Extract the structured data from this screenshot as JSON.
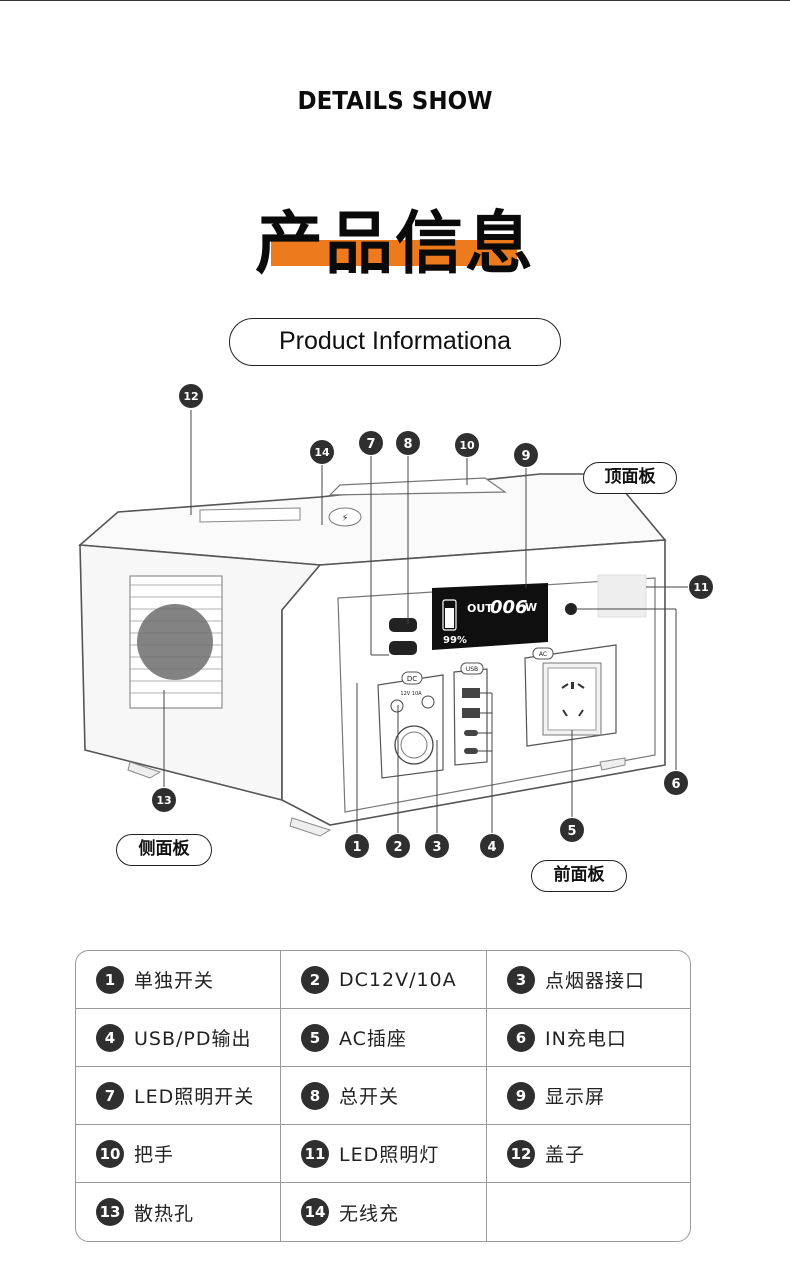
{
  "header": {
    "eyebrow": "DETAILS SHOW",
    "title": "产品信息",
    "subtitle": "Product Informationa"
  },
  "diagram": {
    "panel_labels": {
      "top": "顶面板",
      "side": "侧面板",
      "front": "前面板"
    },
    "callouts": [
      "1",
      "2",
      "3",
      "4",
      "5",
      "6",
      "7",
      "8",
      "9",
      "10",
      "11",
      "12",
      "13",
      "14"
    ],
    "display": {
      "out_label": "OUT",
      "watts": "006",
      "unit": "W",
      "battery": "99%"
    },
    "port_labels": {
      "dc": "DC",
      "dc_spec": "12V 10A",
      "usb": "USB",
      "ac": "AC"
    }
  },
  "table": {
    "rows": [
      [
        {
          "num": "1",
          "text": "单独开关"
        },
        {
          "num": "2",
          "text": "DC12V/10A"
        },
        {
          "num": "3",
          "text": "点烟器接口"
        }
      ],
      [
        {
          "num": "4",
          "text": "USB/PD输出"
        },
        {
          "num": "5",
          "text": "AC插座"
        },
        {
          "num": "6",
          "text": "IN充电口"
        }
      ],
      [
        {
          "num": "7",
          "text": "LED照明开关"
        },
        {
          "num": "8",
          "text": "总开关"
        },
        {
          "num": "9",
          "text": "显示屏"
        }
      ],
      [
        {
          "num": "10",
          "text": "把手"
        },
        {
          "num": "11",
          "text": "LED照明灯"
        },
        {
          "num": "12",
          "text": "盖子"
        }
      ],
      [
        {
          "num": "13",
          "text": "散热孔"
        },
        {
          "num": "14",
          "text": "无线充"
        },
        {
          "num": "",
          "text": ""
        }
      ]
    ]
  },
  "colors": {
    "accent": "#ee7a1e",
    "badge": "#2f2f2f",
    "line": "#9a9a9a"
  }
}
